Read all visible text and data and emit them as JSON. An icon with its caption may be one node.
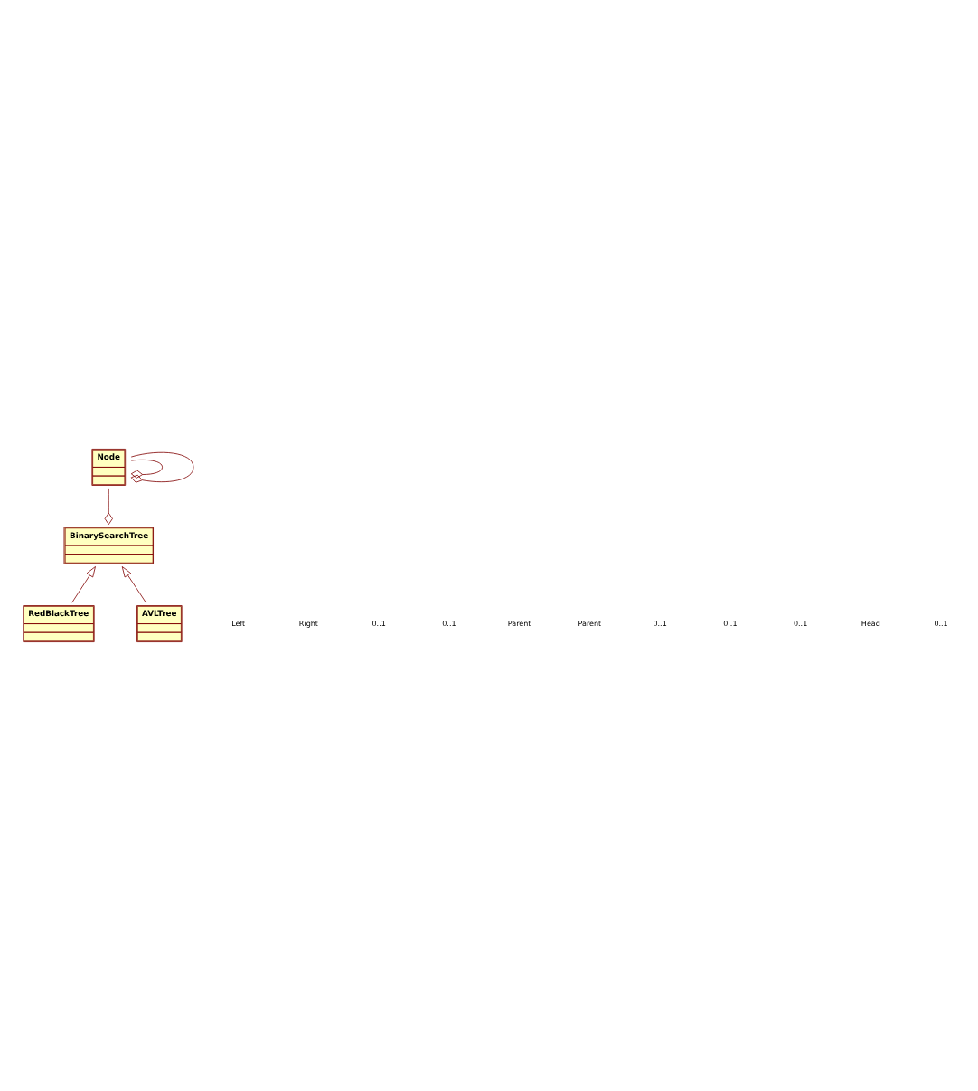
{
  "diagram": {
    "nodes": [
      {
        "text": [
          "Node"
        ]
      },
      {
        "text": [
          "BinarySearchTree"
        ]
      },
      {
        "text": [
          "RedBlackTree"
        ]
      },
      {
        "text": [
          "AVLTree"
        ]
      }
    ],
    "edges": [
      {
        "from": 0,
        "to": 0,
        "arrow": "other"
      },
      {
        "from": 0,
        "to": 0,
        "arrow": "other"
      },
      {
        "from": 1,
        "to": 0,
        "arrow": "other"
      },
      {
        "from": 2,
        "to": 1,
        "arrow": "to"
      },
      {
        "from": 3,
        "to": 1,
        "arrow": "to"
      }
    ],
    "labels": [
      "Left",
      "Right",
      "0..1",
      "0..1",
      "Parent",
      "Parent",
      "0..1",
      "0..1",
      "0..1",
      "Head",
      "0..1"
    ]
  }
}
